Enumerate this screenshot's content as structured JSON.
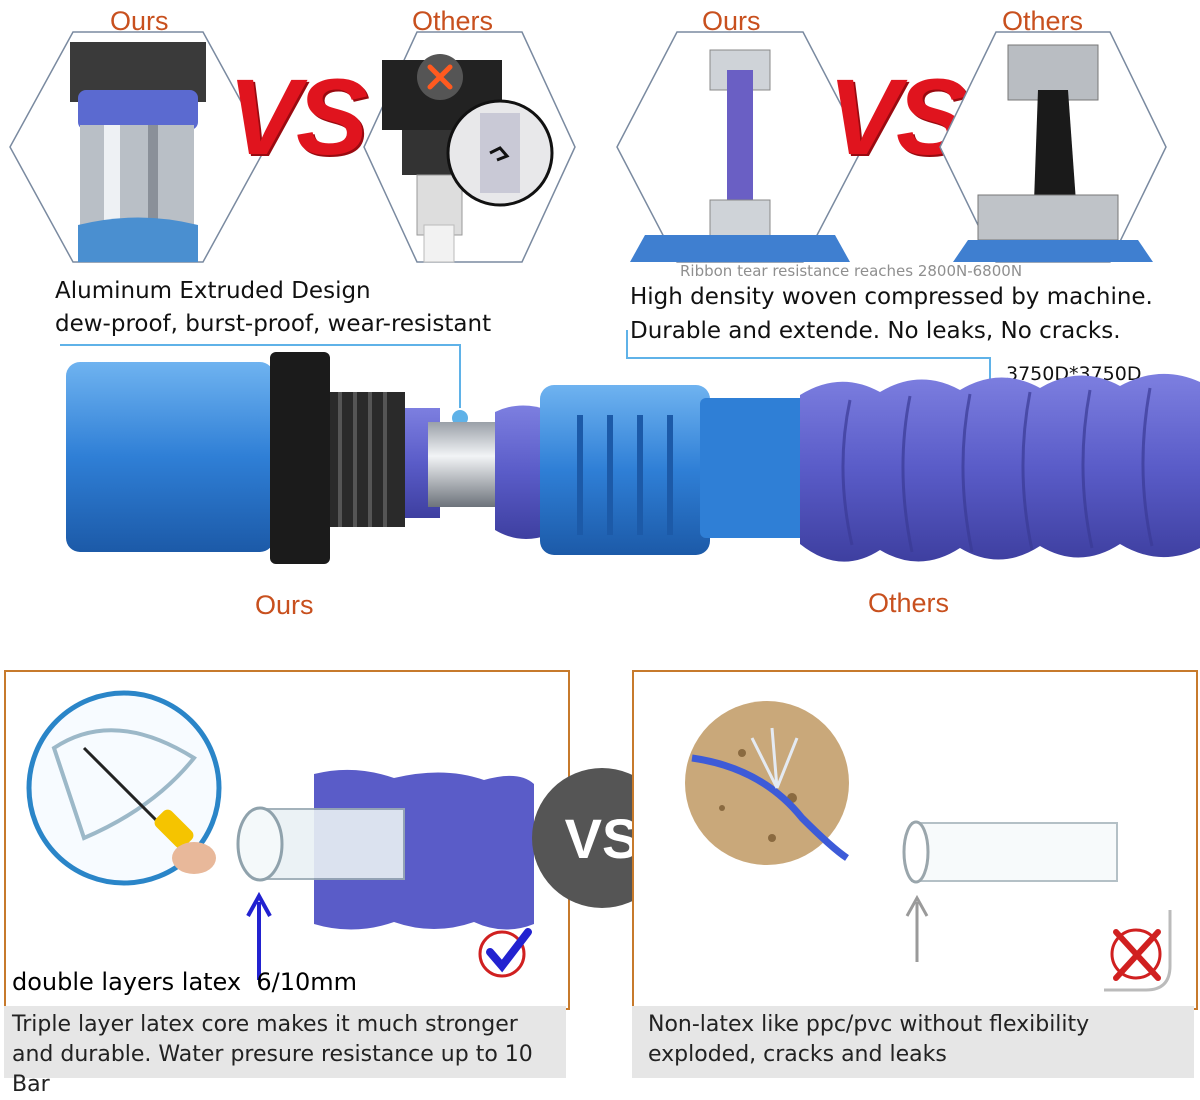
{
  "top_left": {
    "ours_label": "Ours",
    "others_label": "Others",
    "vs_text": "VS"
  },
  "top_right": {
    "ours_label": "Ours",
    "others_label": "Others",
    "vs_text": "VS",
    "ribbon_caption": "Ribbon tear resistance reaches 2800N-6800N"
  },
  "aluminum": {
    "title": "Aluminum Extruded Design",
    "subtitle": "dew-proof, burst-proof, wear-resistant"
  },
  "woven": {
    "line1": "High density woven compressed by machine.",
    "line2": "Durable and extende. No leaks, No cracks.",
    "spec": "3750D*3750D"
  },
  "hose_labels": {
    "ours": "Ours",
    "others": "Others"
  },
  "bottom_left": {
    "latex_label": "double layers latex  6/10mm",
    "caption_line1": "Triple layer latex core makes it much stronger",
    "caption_line2": "and durable. Water presure resistance up to 10 Bar"
  },
  "bottom_center": {
    "vs_text": "VS"
  },
  "bottom_right": {
    "caption_line1": "Non-latex like ppc/pvc without flexibility",
    "caption_line2": "exploded, cracks and leaks"
  },
  "colors": {
    "accent_orange": "#c8501e",
    "vs_red": "#e0141e",
    "hose_blue": "#2f7fd6",
    "fabric_purple": "#5a5cc8",
    "panel_border": "#c77a2c",
    "caption_bg": "#e6e6e6"
  }
}
